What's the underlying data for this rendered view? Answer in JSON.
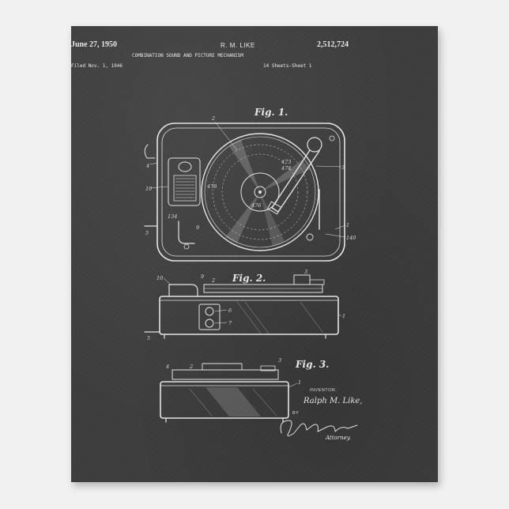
{
  "header": {
    "date": "June 27, 1950",
    "inventor_short": "R. M. LIKE",
    "patent_number": "2,512,724",
    "title": "COMBINATION SOUND AND PICTURE MECHANISM",
    "filed": "Filed Nov. 1, 1946",
    "sheets": "14 Sheets-Sheet 1"
  },
  "figures": {
    "fig1": "Fig. 1.",
    "fig2": "Fig. 2.",
    "fig3": "Fig. 3."
  },
  "refs": {
    "fig1": [
      "2",
      "3",
      "4",
      "10",
      "9",
      "5",
      "1",
      "140",
      "474",
      "478",
      "473",
      "476",
      "134"
    ],
    "fig2": [
      "10",
      "9",
      "2",
      "3",
      "1",
      "5",
      "6",
      "7"
    ],
    "fig3": [
      "4",
      "2",
      "3",
      "1"
    ]
  },
  "signature": {
    "inventor_label": "INVENTOR.",
    "inventor_name": "Ralph M. Like,",
    "by": "BY",
    "attorney_label": "Attorney."
  },
  "colors": {
    "board": "#3d3d3d",
    "chalk": "#e6e6e6",
    "wall": "#f1f1f1"
  }
}
